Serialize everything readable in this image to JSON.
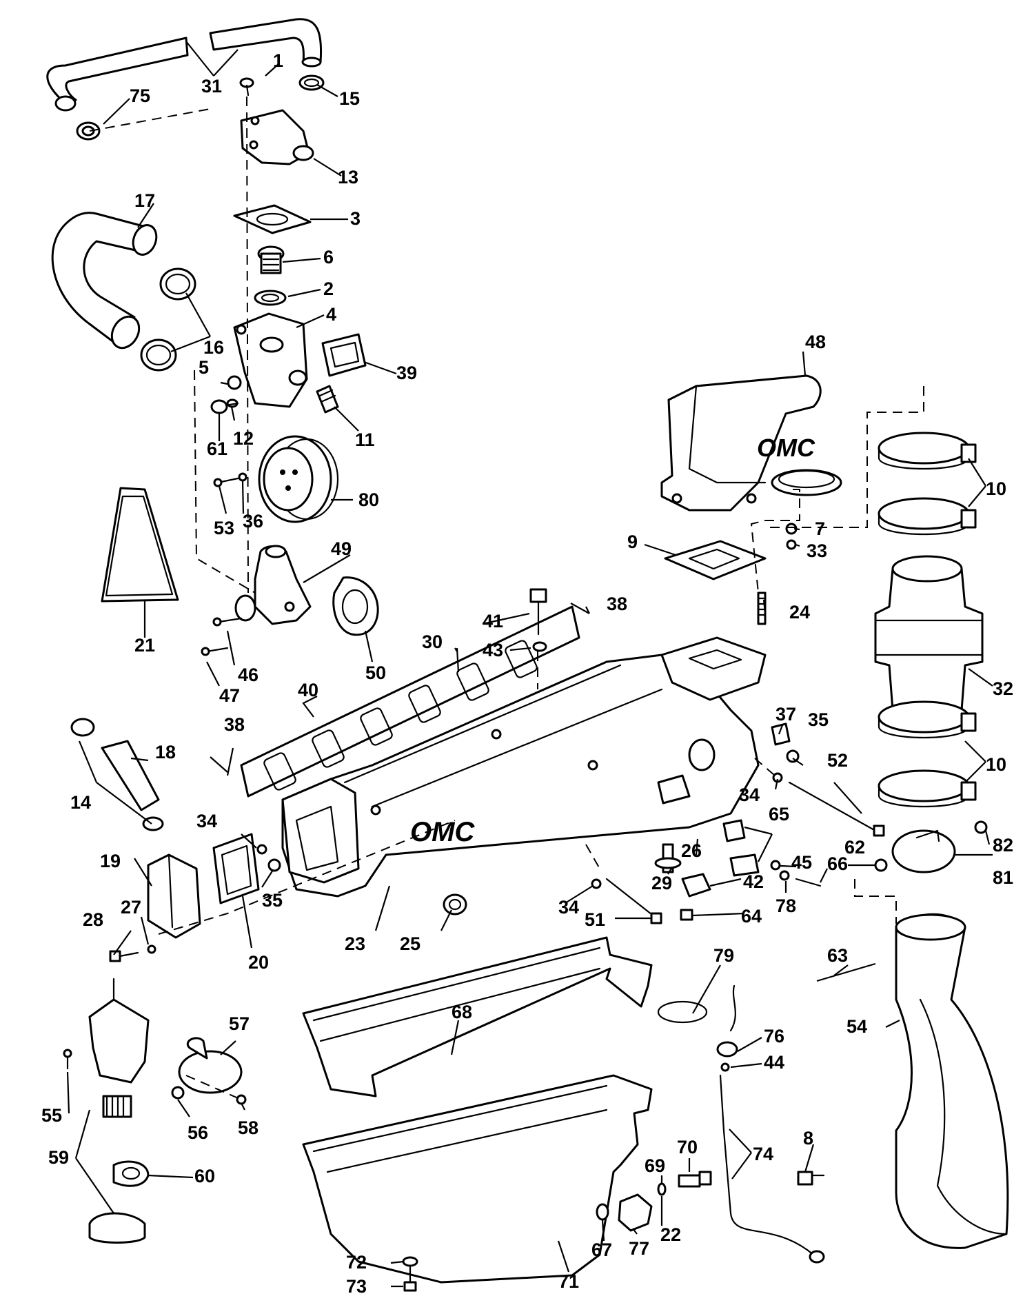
{
  "diagram": {
    "labels": {
      "1": "1",
      "2": "2",
      "3": "3",
      "4": "4",
      "5": "5",
      "6": "6",
      "7": "7",
      "8": "8",
      "9": "9",
      "10": "10",
      "11": "11",
      "12": "12",
      "13": "13",
      "14": "14",
      "15": "15",
      "16": "16",
      "17": "17",
      "18": "18",
      "19": "19",
      "20": "20",
      "21": "21",
      "22": "22",
      "23": "23",
      "24": "24",
      "25": "25",
      "26": "26",
      "27": "27",
      "28": "28",
      "29": "29",
      "30": "30",
      "31": "31",
      "32": "32",
      "33": "33",
      "34": "34",
      "35": "35",
      "36": "36",
      "37": "37",
      "38": "38",
      "39": "39",
      "40": "40",
      "41": "41",
      "42": "42",
      "43": "43",
      "44": "44",
      "45": "45",
      "46": "46",
      "47": "47",
      "48": "48",
      "49": "49",
      "50": "50",
      "51": "51",
      "52": "52",
      "53": "53",
      "54": "54",
      "55": "55",
      "56": "56",
      "57": "57",
      "58": "58",
      "59": "59",
      "60": "60",
      "61": "61",
      "62": "62",
      "63": "63",
      "64": "64",
      "65": "65",
      "66": "66",
      "67": "67",
      "68": "68",
      "69": "69",
      "70": "70",
      "71": "71",
      "72": "72",
      "73": "73",
      "74": "74",
      "75": "75",
      "76": "76",
      "77": "77",
      "78": "78",
      "79": "79",
      "80": "80",
      "81": "81",
      "82": "82"
    },
    "brand_text": "OMC"
  }
}
